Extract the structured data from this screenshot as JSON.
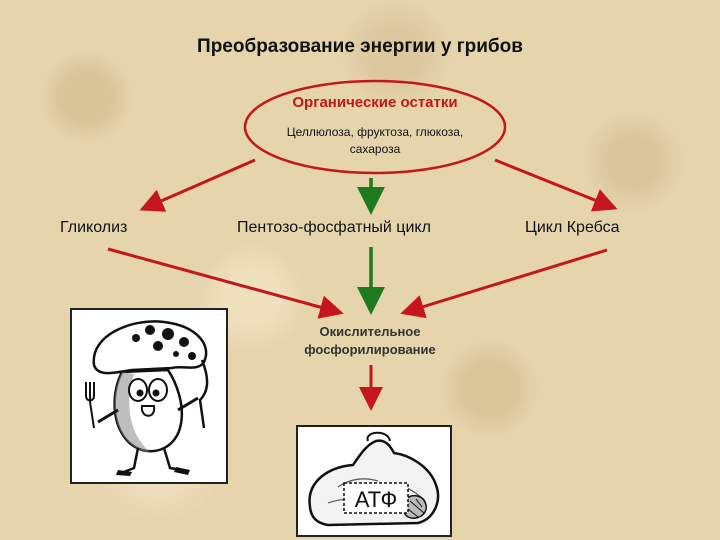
{
  "title": "Преобразование энергии у грибов",
  "source": {
    "title": "Органические остатки",
    "substrates": "Целлюлоза, фруктоза, глюкоза,",
    "substrates2": "сахароза"
  },
  "pathways": {
    "left": "Гликолиз",
    "center": "Пентозо-фосфатный цикл",
    "right": "Цикл Кребса"
  },
  "oxidation": {
    "line1": "Окислительное",
    "line2": "фосфорилирование"
  },
  "product_label": "АТФ",
  "colors": {
    "red_arrow": "#c4161c",
    "green_arrow": "#1e7a1e",
    "ellipse_stroke": "#c4161c",
    "background": "#e6d4ad"
  },
  "icons": {
    "left_image": "cartoon-mushroom-with-fork-and-knife",
    "bottom_image": "atp-sack"
  }
}
